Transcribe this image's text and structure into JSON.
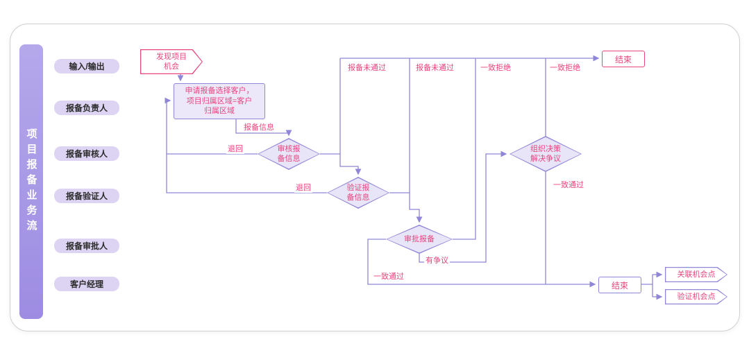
{
  "diagram": {
    "sidebar_title": "项目报备业务流",
    "lanes": [
      {
        "label": "输入/输出"
      },
      {
        "label": "报备负责人"
      },
      {
        "label": "报备审核人"
      },
      {
        "label": "报备验证人"
      },
      {
        "label": "报备审批人"
      },
      {
        "label": "客户经理"
      }
    ],
    "nodes": {
      "start": {
        "lines": [
          "发现项目",
          "机会"
        ]
      },
      "apply": {
        "lines": [
          "申请报备选择客户，",
          "项目归属区域=客户",
          "归属区域"
        ]
      },
      "review": {
        "lines": [
          "审核报",
          "备信息"
        ]
      },
      "verify": {
        "lines": [
          "验证报",
          "备信息"
        ]
      },
      "approve": {
        "lines": [
          "审批报备"
        ]
      },
      "dispute": {
        "lines": [
          "组织决策",
          "解决争议"
        ]
      },
      "end_top": {
        "label": "结束"
      },
      "end_bottom": {
        "label": "结束"
      },
      "flag_link": {
        "label": "关联机会点"
      },
      "flag_verify": {
        "label": "验证机会点"
      }
    },
    "edge_labels": {
      "report_info": "报备信息",
      "return_review": "退回",
      "return_verify": "退回",
      "not_passed_1": "报备未通过",
      "not_passed_2": "报备未通过",
      "reject_1": "一致拒绝",
      "reject_2": "一致拒绝",
      "pass_approve": "一致通过",
      "pass_dispute": "一致通过",
      "disputed": "有争议"
    },
    "colors": {
      "pink": "#e8457e",
      "purple": "#8f86d8",
      "shape_fill": "#e9e5f8",
      "pill_bg": "#dcd4f2"
    }
  }
}
